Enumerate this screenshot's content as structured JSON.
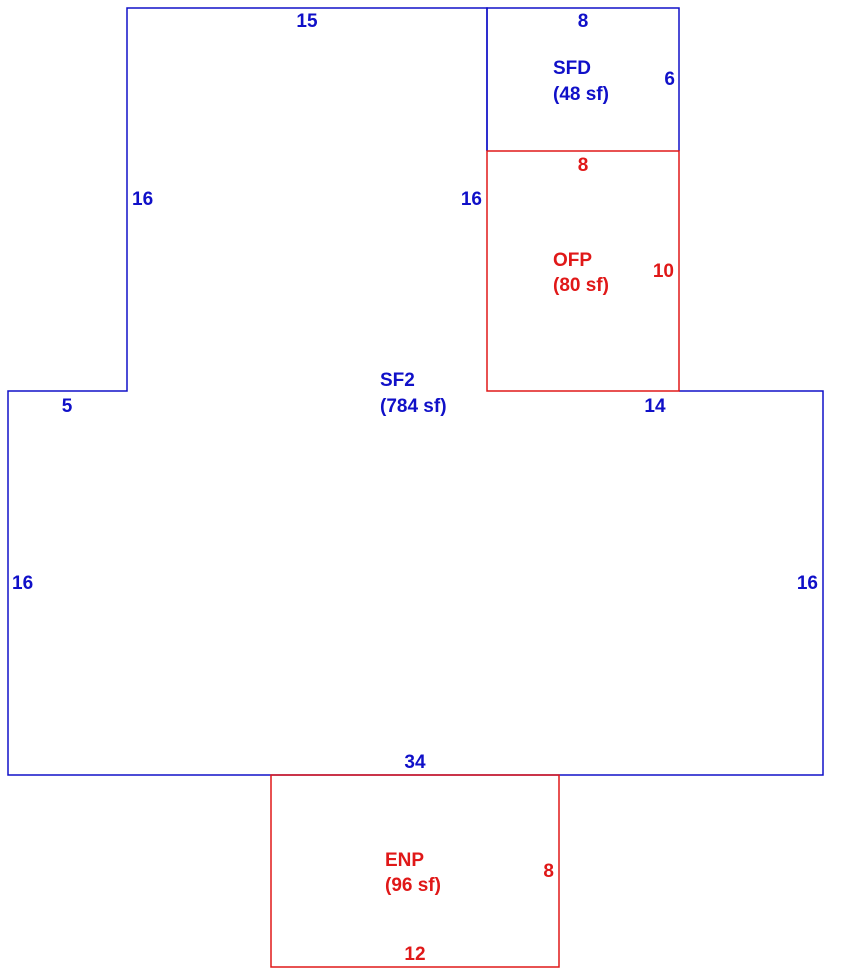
{
  "colors": {
    "living": "#1010c8",
    "porch": "#e01818"
  },
  "areas": {
    "sf2": {
      "code": "SF2",
      "area": "(784 sf)"
    },
    "sfd": {
      "code": "SFD",
      "area": "(48 sf)"
    },
    "ofp": {
      "code": "OFP",
      "area": "(80 sf)"
    },
    "enp": {
      "code": "ENP",
      "area": "(96 sf)"
    }
  },
  "dimensions": {
    "sf2_top_left": "15",
    "sf2_upper_left": "16",
    "sf2_upper_right": "16",
    "sf2_step_left": "5",
    "sf2_step_right": "14",
    "sf2_lower_left": "16",
    "sf2_lower_right": "16",
    "sf2_bottom": "34",
    "sfd_top": "8",
    "sfd_right": "6",
    "ofp_top": "8",
    "ofp_right": "10",
    "enp_right": "8",
    "enp_bottom": "12"
  }
}
